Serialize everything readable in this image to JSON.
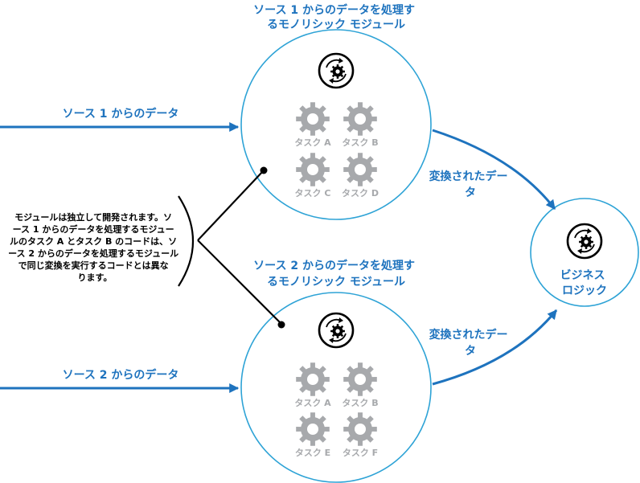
{
  "module1": {
    "title": [
      "ソース 1 からのデータを処理す",
      "るモノリシック モジュール"
    ],
    "tasks": [
      "タスク A",
      "タスク B",
      "タスク C",
      "タスク D"
    ]
  },
  "module2": {
    "title": [
      "ソース 2 からのデータを処理す",
      "るモノリシック モジュール"
    ],
    "tasks": [
      "タスク A",
      "タスク B",
      "タスク E",
      "タスク F"
    ]
  },
  "input1_label": "ソース 1 からのデータ",
  "input2_label": "ソース 2 からのデータ",
  "transformed1": [
    "変換されたデー",
    "タ"
  ],
  "transformed2": [
    "変換されたデー",
    "タ"
  ],
  "business_logic": [
    "ビジネス",
    "ロジック"
  ],
  "note": [
    "モジュールは独立して開発されます。ソ",
    "ース 1 からのデータを処理するモジュー",
    "ルのタスク A とタスク B のコードは、ソ",
    "ース 2 からのデータを処理するモジュール",
    "で同じ変換を実行するコードとは異な",
    "ります。"
  ],
  "colors": {
    "arrow_blue": "#1e73be",
    "circle_border": "#2ea3d6",
    "gear_gray": "#a7a9ac",
    "text_black": "#000000"
  },
  "icons": {
    "process": "process-cycle-icon",
    "task": "gear-icon"
  }
}
